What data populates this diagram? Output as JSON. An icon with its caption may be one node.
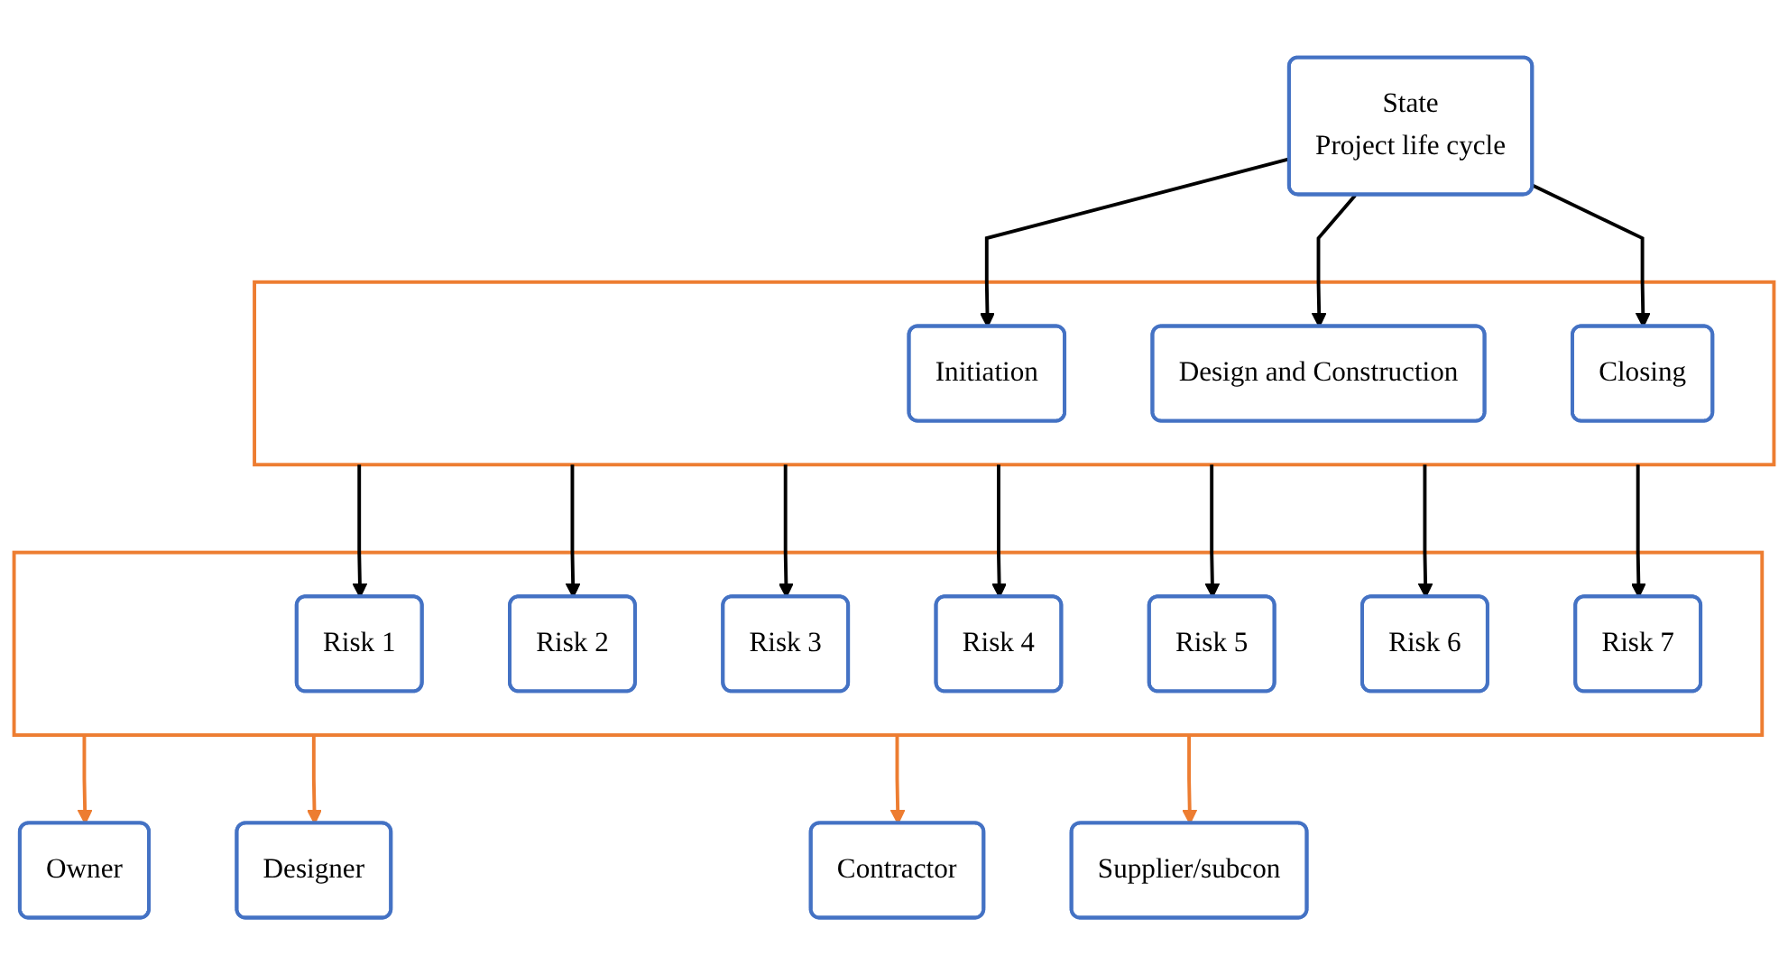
{
  "diagram": {
    "nodes": [
      {
        "text": [
          "State",
          "Project life cycle"
        ]
      },
      {
        "text": [],
        "shape": "box"
      },
      {
        "text": [
          "Initiation"
        ],
        "in": 1
      },
      {
        "text": [
          "Design and Construction"
        ],
        "in": 1
      },
      {
        "text": [
          "Closing"
        ],
        "in": 1
      },
      {
        "text": [],
        "shape": "box"
      },
      {
        "text": [
          "Risk 1"
        ],
        "in": 5
      },
      {
        "text": [
          "Risk 2"
        ],
        "in": 5
      },
      {
        "text": [
          "Risk 3"
        ],
        "in": 5
      },
      {
        "text": [
          "Risk 4"
        ],
        "in": 5
      },
      {
        "text": [
          "Risk 5"
        ],
        "in": 5
      },
      {
        "text": [
          "Risk 6"
        ],
        "in": 5
      },
      {
        "text": [
          "Risk 7"
        ],
        "in": 5
      },
      {
        "text": [
          "Owner"
        ]
      },
      {
        "text": [
          "Designer"
        ]
      },
      {
        "text": [
          "Contractor"
        ]
      },
      {
        "text": [
          "Supplier/subcon"
        ]
      }
    ],
    "edges": [
      {
        "from": 0,
        "to": 2,
        "arrow": "to"
      },
      {
        "from": 0,
        "to": 3,
        "arrow": "to"
      },
      {
        "from": 0,
        "to": 4,
        "arrow": "to"
      },
      {
        "from": 1,
        "to": 6,
        "arrow": "to"
      },
      {
        "from": 1,
        "to": 7,
        "arrow": "to"
      },
      {
        "from": 1,
        "to": 8,
        "arrow": "to"
      },
      {
        "from": 1,
        "to": 9,
        "arrow": "to"
      },
      {
        "from": 1,
        "to": 10,
        "arrow": "to"
      },
      {
        "from": 1,
        "to": 11,
        "arrow": "to"
      },
      {
        "from": 1,
        "to": 12,
        "arrow": "to"
      },
      {
        "from": 5,
        "to": 13,
        "arrow": "to",
        "color": "#ed7d31"
      },
      {
        "from": 5,
        "to": 14,
        "arrow": "to",
        "color": "#ed7d31"
      },
      {
        "from": 5,
        "to": 15,
        "arrow": "to",
        "color": "#ed7d31"
      },
      {
        "from": 5,
        "to": 16,
        "arrow": "to",
        "color": "#ed7d31"
      }
    ]
  }
}
